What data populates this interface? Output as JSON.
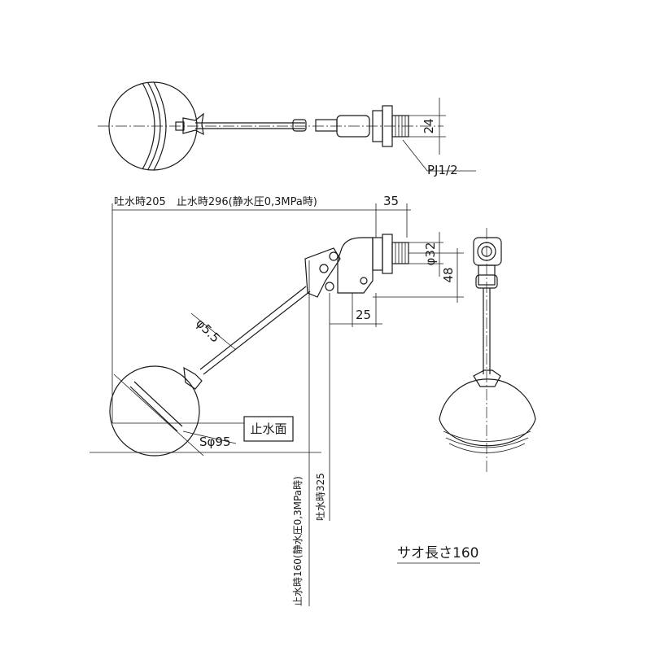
{
  "labels": {
    "pj": "PJ1/2",
    "dim_24": "24",
    "dim_top": "吐水時205　止水時296(静水圧0,3MPa時)",
    "dim_35": "35",
    "dim_phi32": "φ32",
    "dim_48": "48",
    "dim_phi55": "φ5.5",
    "dim_25": "25",
    "sphere": "Sφ95",
    "water_stop_surface": "止水面",
    "dim_160": "止水時160(静水圧0,3MPa時)",
    "dim_325": "吐水時325",
    "rod_length": "サオ長さ160"
  }
}
